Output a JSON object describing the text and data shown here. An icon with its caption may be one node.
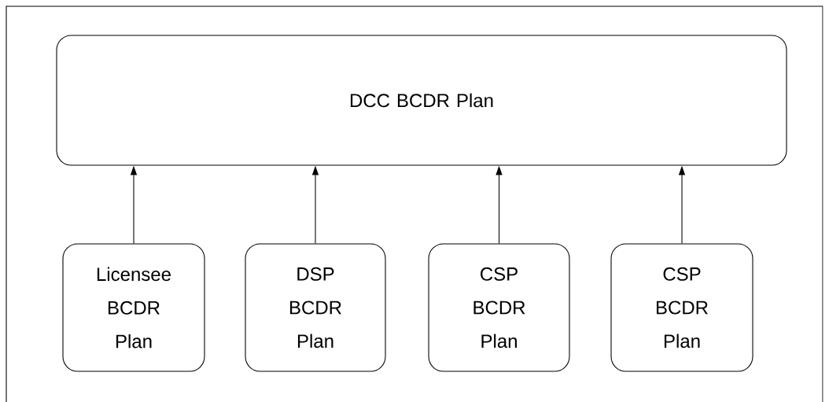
{
  "diagram": {
    "nodes": [
      {
        "text": [
          "DCC BCDR Plan"
        ]
      },
      {
        "text": [
          "Licensee BCDR Plan"
        ]
      },
      {
        "text": [
          "DSP BCDR Plan"
        ]
      },
      {
        "text": [
          "CSP BCDR Plan"
        ]
      },
      {
        "text": [
          "CSP BCDR Plan"
        ]
      }
    ],
    "edges": [
      {
        "from": 1,
        "to": 0,
        "arrow": "to"
      },
      {
        "from": 2,
        "to": 0,
        "arrow": "to"
      },
      {
        "from": 3,
        "to": 0,
        "arrow": "to"
      },
      {
        "from": 4,
        "to": 0,
        "arrow": "to"
      }
    ]
  }
}
